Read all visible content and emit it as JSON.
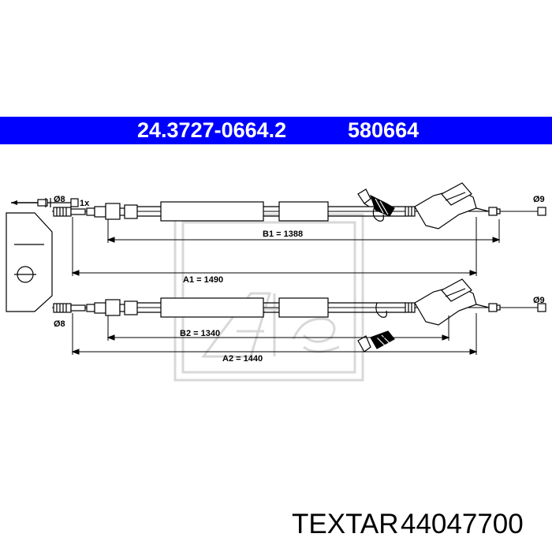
{
  "header": {
    "part_number": "24.3727-0664.2",
    "ref_number": "580664",
    "banner_color": "#0000ff"
  },
  "diagram": {
    "accessory_qty": "1x",
    "cable_top": {
      "left_diameter": "Ø8",
      "right_diameter": "Ø9",
      "inner_length": "B1 = 1388",
      "outer_length": "A1 = 1490"
    },
    "cable_bottom": {
      "left_diameter": "Ø8",
      "right_diameter": "Ø9",
      "inner_length": "B2 = 1340",
      "outer_length": "A2 = 1440"
    },
    "watermark_icon": "ate-logo-watermark"
  },
  "footer": {
    "brand": "TEXTAR",
    "brand_number": "44047700"
  }
}
